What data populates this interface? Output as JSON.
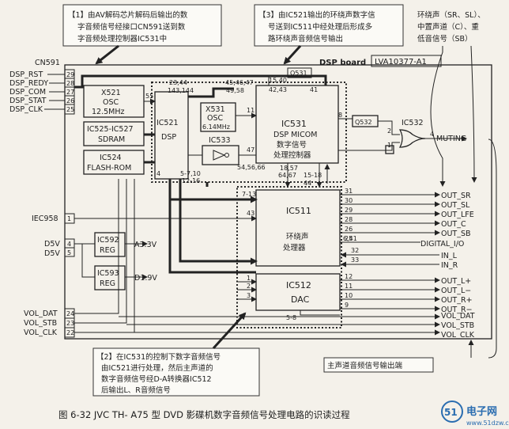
{
  "annotations": {
    "note1_lines": [
      "【1】由AV解码芯片解码后输出的数",
      "字音频信号经接口CN591送到数",
      "字音频处理控制器IC531中"
    ],
    "note3_lines": [
      "【3】由IC521输出的环绕声数字信",
      "号送到IC511中经处理后形成多",
      "路环绕声音频信号输出"
    ],
    "right_note_lines": [
      "环绕声（SR、SL）、",
      "中置声道（C）、重",
      "低音信号（SB）"
    ],
    "note2_lines": [
      "【2】在IC531的控制下数字音频信号",
      "由IC521进行处理，然后主声道的",
      "数字音频信号经D-A转换器IC512",
      "后输出L、R音频信号"
    ],
    "main_out_label": "主声道音频信号输出端"
  },
  "board": {
    "title": "DSP board",
    "code": "LVA10377-A1",
    "connector": "CN591"
  },
  "left_pins": [
    {
      "label": "DSP_RST",
      "pin": "29"
    },
    {
      "label": "DSP_REDY",
      "pin": "28"
    },
    {
      "label": "DSP_COM",
      "pin": "27"
    },
    {
      "label": "DSP_STAT",
      "pin": "26"
    },
    {
      "label": "DSP_CLK",
      "pin": "25"
    }
  ],
  "iec": {
    "label": "IEC958",
    "pin": "1"
  },
  "power": [
    {
      "label": "D5V",
      "pin": "4"
    },
    {
      "label": "D5V",
      "pin": "5"
    }
  ],
  "vol_pins": [
    {
      "label": "VOL_DAT",
      "pin": "24"
    },
    {
      "label": "VOL_STB",
      "pin": "23"
    },
    {
      "label": "VOL_CLK",
      "pin": "22"
    }
  ],
  "chips": {
    "x521": {
      "name": "X521",
      "desc": "OSC",
      "freq": "12.5MHz"
    },
    "ic525": {
      "name": "IC525-IC527",
      "desc": "SDRAM"
    },
    "ic524": {
      "name": "IC524",
      "desc": "FLASH-ROM"
    },
    "ic521": {
      "name": "IC521",
      "desc": "DSP"
    },
    "x531": {
      "name": "X531",
      "desc": "OSC",
      "freq": "6.14MHz"
    },
    "ic533": {
      "name": "IC533"
    },
    "ic531": {
      "name": "IC531",
      "desc": "DSP MICOM",
      "cn": "数字信号",
      "cn2": "处理控制器"
    },
    "q531": {
      "name": "Q531"
    },
    "q532": {
      "name": "Q532"
    },
    "ic532": {
      "name": "IC532"
    },
    "ic511": {
      "name": "IC511",
      "cn": "环绕声",
      "cn2": "处理器"
    },
    "ic512": {
      "name": "IC512",
      "desc": "DAC"
    },
    "ic592": {
      "name": "IC592",
      "desc": "REG",
      "out": "A3.3V"
    },
    "ic593": {
      "name": "IC593",
      "desc": "REG",
      "out": "D1.9V"
    }
  },
  "pin_numbers": {
    "p55": "55",
    "p23_44": "23,44",
    "p143_144": "143,144",
    "p4": "4",
    "p5_7": "5-7,10",
    "p12_16": "12-16",
    "p45_46": "45,46,47",
    "p49_58": "49,58",
    "p15_40": "15,40",
    "p42_43": "42,43",
    "p41": "41",
    "p11": "11",
    "p47": "47",
    "p54": "54,56,66",
    "p18_57": "18,57",
    "p64_67": "64,67",
    "p15_18": "15-18",
    "p44": "44",
    "p8": "8",
    "p2": "2",
    "p1": "1",
    "p4b": "4",
    "p7_13": "7-13",
    "p43": "43",
    "p31": "31",
    "p30": "30",
    "p29": "29",
    "p28": "28",
    "p26": "26",
    "p25": "25",
    "p6_41": "6,41",
    "p32": "32",
    "p33": "33",
    "p12": "12",
    "p11b": "11",
    "p10": "10",
    "p9": "9",
    "p5_8": "5-8",
    "d1": "1",
    "d2": "2",
    "d3": "3"
  },
  "outputs": {
    "muting": "MUTING",
    "out_sr": "OUT_SR",
    "out_sl": "OUT_SL",
    "out_lfe": "OUT_LFE",
    "out_c": "OUT_C",
    "out_sb": "OUT_SB",
    "digital_io": "DIGITAL_I/O",
    "in_l": "IN_L",
    "in_r": "IN_R",
    "out_lp": "OUT_L+",
    "out_lm": "OUT_L−",
    "out_rp": "OUT_R+",
    "out_rm": "OUT_R−",
    "vol_dat": "VOL_DAT",
    "vol_stb": "VOL_STB",
    "vol_clk": "VOL_CLK"
  },
  "caption": "图 6-32   JVC TH- A75 型 DVD 影碟机数字音频信号处理电路的识读过程",
  "watermark": {
    "mark": "51",
    "brand": "电子网",
    "url": "www.51dzw.com"
  }
}
